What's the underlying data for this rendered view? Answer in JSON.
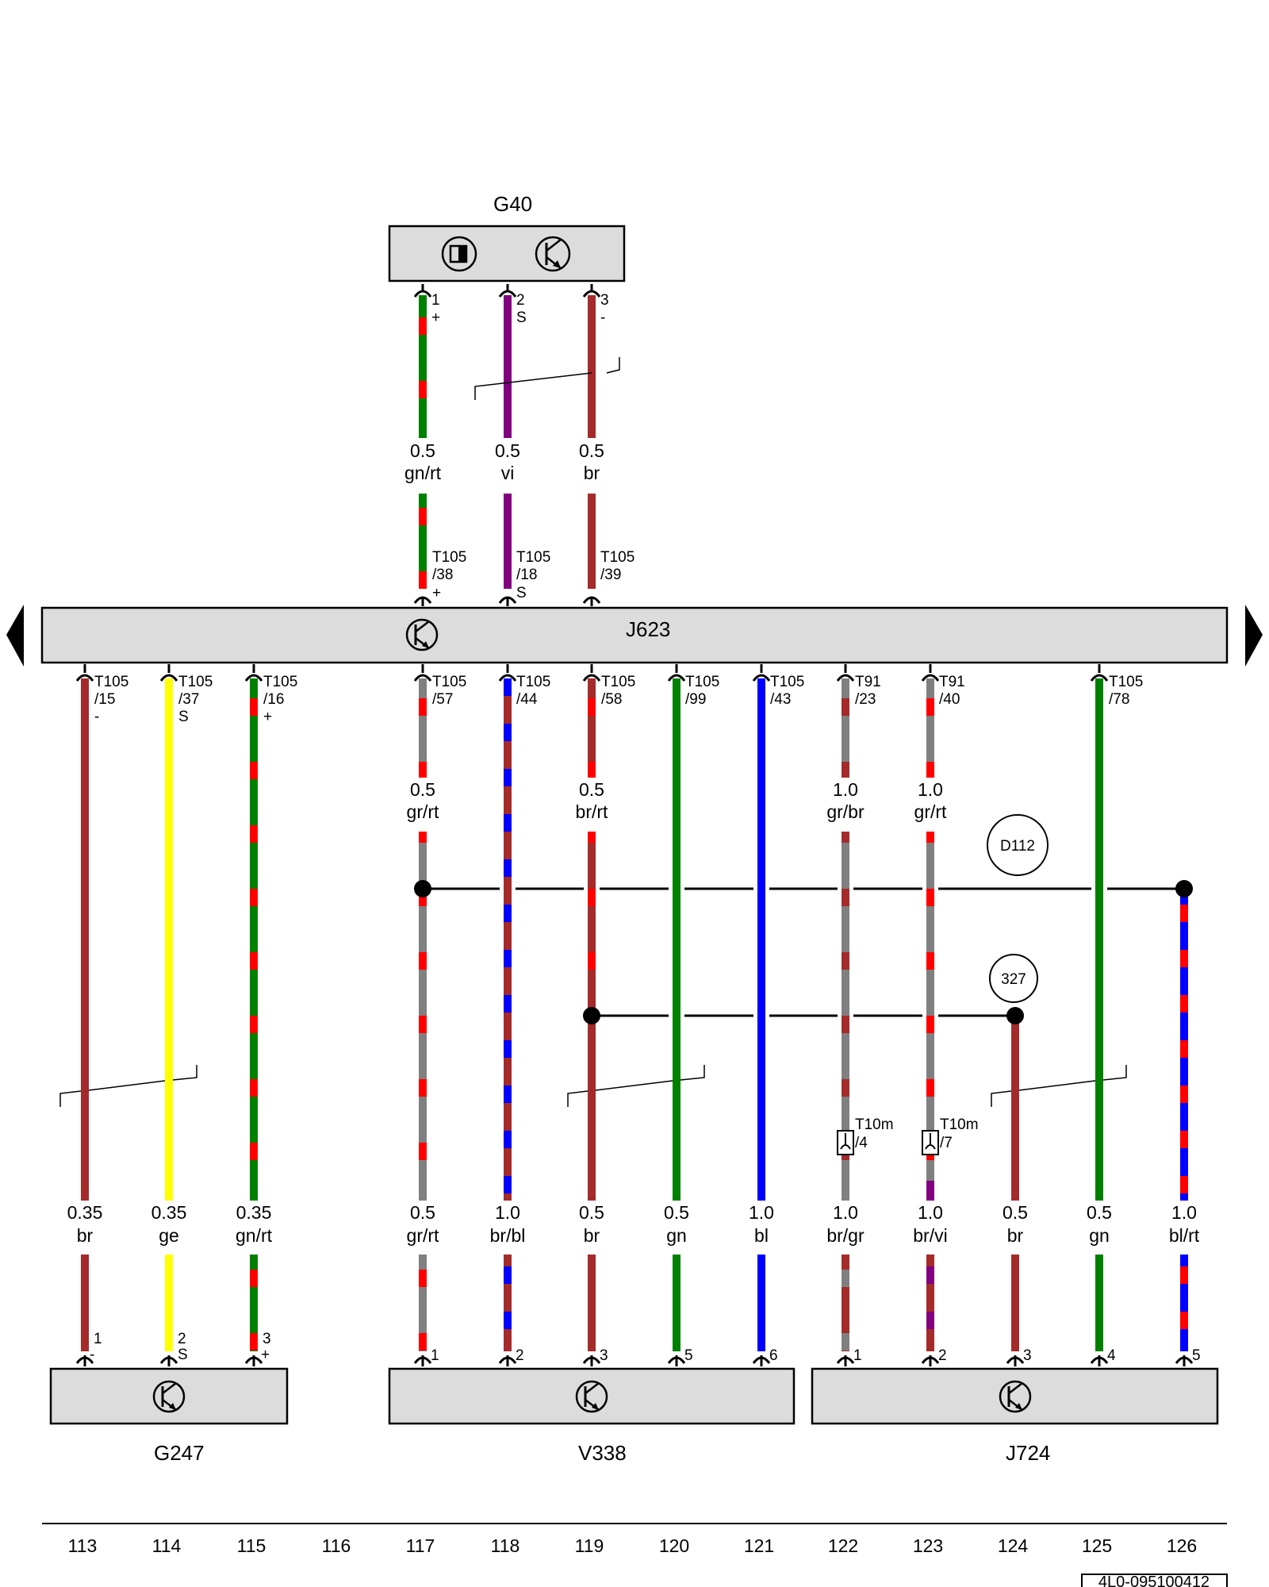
{
  "colors": {
    "rt": "#ff0000",
    "gn": "#008000",
    "gr": "#808080",
    "br": "#a52a2a",
    "bl": "#0000ff",
    "ge": "#ffff00",
    "vi": "#800080",
    "line": "#000000",
    "box": "#dcdcdc"
  },
  "components": {
    "G40": {
      "label": "G40"
    },
    "J623": {
      "label": "J623"
    },
    "G247": {
      "label": "G247"
    },
    "V338": {
      "label": "V338"
    },
    "J724": {
      "label": "J724"
    }
  },
  "g40_pins": [
    {
      "num": "1",
      "sig": "+"
    },
    {
      "num": "2",
      "sig": "S"
    },
    {
      "num": "3",
      "sig": "-"
    }
  ],
  "g40_wires": [
    {
      "gauge": "0.5",
      "color": "gn/rt"
    },
    {
      "gauge": "0.5",
      "color": "vi"
    },
    {
      "gauge": "0.5",
      "color": "br"
    }
  ],
  "j623_top_pins": [
    {
      "conn": "T105",
      "pin": "/38",
      "sig": "+"
    },
    {
      "conn": "T105",
      "pin": "/18",
      "sig": "S"
    },
    {
      "conn": "T105",
      "pin": "/39",
      "sig": ""
    }
  ],
  "j623_bottom_pins": [
    {
      "conn": "T105",
      "pin": "/15",
      "sig": "-"
    },
    {
      "conn": "T105",
      "pin": "/37",
      "sig": "S"
    },
    {
      "conn": "T105",
      "pin": "/16",
      "sig": "+"
    },
    {
      "conn": "T105",
      "pin": "/57",
      "sig": ""
    },
    {
      "conn": "T105",
      "pin": "/44",
      "sig": ""
    },
    {
      "conn": "T105",
      "pin": "/58",
      "sig": ""
    },
    {
      "conn": "T105",
      "pin": "/99",
      "sig": ""
    },
    {
      "conn": "T105",
      "pin": "/43",
      "sig": ""
    },
    {
      "conn": "T91",
      "pin": "/23",
      "sig": ""
    },
    {
      "conn": "T91",
      "pin": "/40",
      "sig": ""
    },
    {
      "conn": "T105",
      "pin": "/78",
      "sig": ""
    }
  ],
  "upper_wires": [
    {
      "gauge": "0.5",
      "color": "gr/rt"
    },
    {
      "gauge": "0.5",
      "color": "br/rt"
    },
    {
      "gauge": "1.0",
      "color": "gr/br"
    },
    {
      "gauge": "1.0",
      "color": "gr/rt"
    }
  ],
  "lower_wires": [
    {
      "gauge": "0.35",
      "color": "br"
    },
    {
      "gauge": "0.35",
      "color": "ge"
    },
    {
      "gauge": "0.35",
      "color": "gn/rt"
    },
    {
      "gauge": "0.5",
      "color": "gr/rt"
    },
    {
      "gauge": "1.0",
      "color": "br/bl"
    },
    {
      "gauge": "0.5",
      "color": "br"
    },
    {
      "gauge": "0.5",
      "color": "gn"
    },
    {
      "gauge": "1.0",
      "color": "bl"
    },
    {
      "gauge": "1.0",
      "color": "br/gr"
    },
    {
      "gauge": "1.0",
      "color": "br/vi"
    },
    {
      "gauge": "0.5",
      "color": "br"
    },
    {
      "gauge": "0.5",
      "color": "gn"
    },
    {
      "gauge": "1.0",
      "color": "bl/rt"
    }
  ],
  "splices": [
    {
      "label": "D112"
    },
    {
      "label": "327"
    }
  ],
  "t10m": [
    {
      "conn": "T10m",
      "pin": "/4"
    },
    {
      "conn": "T10m",
      "pin": "/7"
    }
  ],
  "bottom_pins": {
    "G247": [
      {
        "num": "1",
        "sig": "-"
      },
      {
        "num": "2",
        "sig": "S"
      },
      {
        "num": "3",
        "sig": "+"
      }
    ],
    "V338": [
      {
        "num": "1"
      },
      {
        "num": "2"
      },
      {
        "num": "3"
      },
      {
        "num": "5"
      },
      {
        "num": "6"
      }
    ],
    "J724": [
      {
        "num": "1"
      },
      {
        "num": "2"
      },
      {
        "num": "3"
      },
      {
        "num": "4"
      },
      {
        "num": "5"
      }
    ]
  },
  "grid_numbers": [
    "113",
    "114",
    "115",
    "116",
    "117",
    "118",
    "119",
    "120",
    "121",
    "122",
    "123",
    "124",
    "125",
    "126"
  ],
  "doc_id": "4L0-095100412"
}
